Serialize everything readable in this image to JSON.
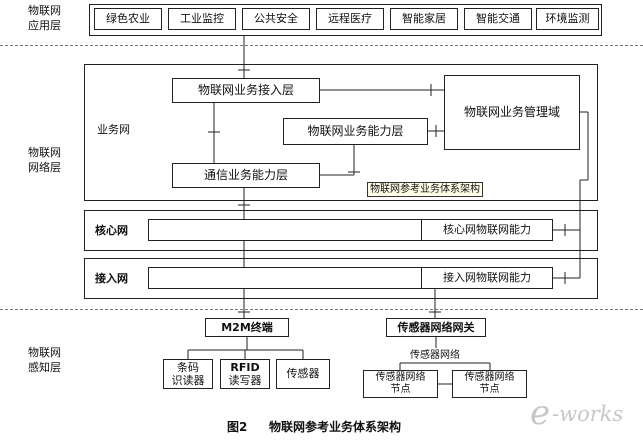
{
  "layers": {
    "app": [
      "物联网",
      "应用层"
    ],
    "network": [
      "物联网",
      "网络层"
    ],
    "perception": [
      "物联网",
      "感知层"
    ]
  },
  "app_items": [
    "绿色农业",
    "工业监控",
    "公共安全",
    "远程医疗",
    "智能家居",
    "智能交通",
    "环境监测"
  ],
  "business": {
    "label": "业务网",
    "access_layer": "物联网业务接入层",
    "mgmt_domain": "物联网业务管理域",
    "capability_layer": "物联网业务能力层",
    "comm_capability": "通信业务能力层"
  },
  "tooltip": "物联网参考业务体系架构",
  "core": {
    "label": "核心网",
    "capability": "核心网物联网能力"
  },
  "access": {
    "label": "接入网",
    "capability": "接入网物联网能力"
  },
  "m2m": {
    "title": "M2M终端",
    "barcode": [
      "条码",
      "识读器"
    ],
    "rfid": [
      "RFID",
      "读写器"
    ],
    "sensor": "传感器"
  },
  "sensor_net": {
    "gateway": "传感器网络网关",
    "label": "传感器网络",
    "node1": [
      "传感器网络",
      "节点"
    ],
    "node2": [
      "传感器网络",
      "节点"
    ]
  },
  "caption": {
    "fig": "图2",
    "title": "物联网参考业务体系架构"
  },
  "watermark": {
    "e": "e",
    "rest": "-works"
  }
}
